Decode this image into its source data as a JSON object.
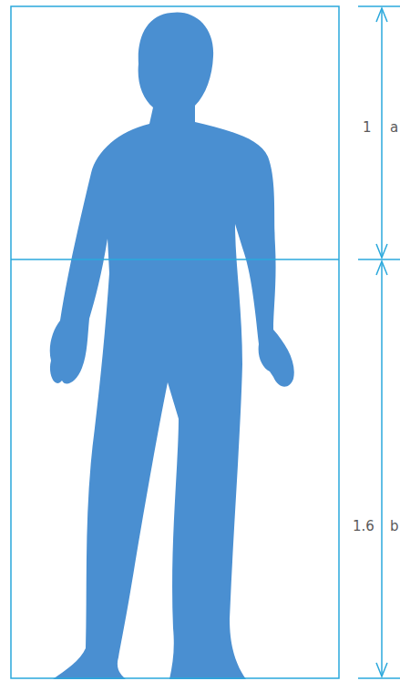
{
  "diagram": {
    "labels": [
      "1",
      "a",
      "1.6",
      "b"
    ]
  }
}
